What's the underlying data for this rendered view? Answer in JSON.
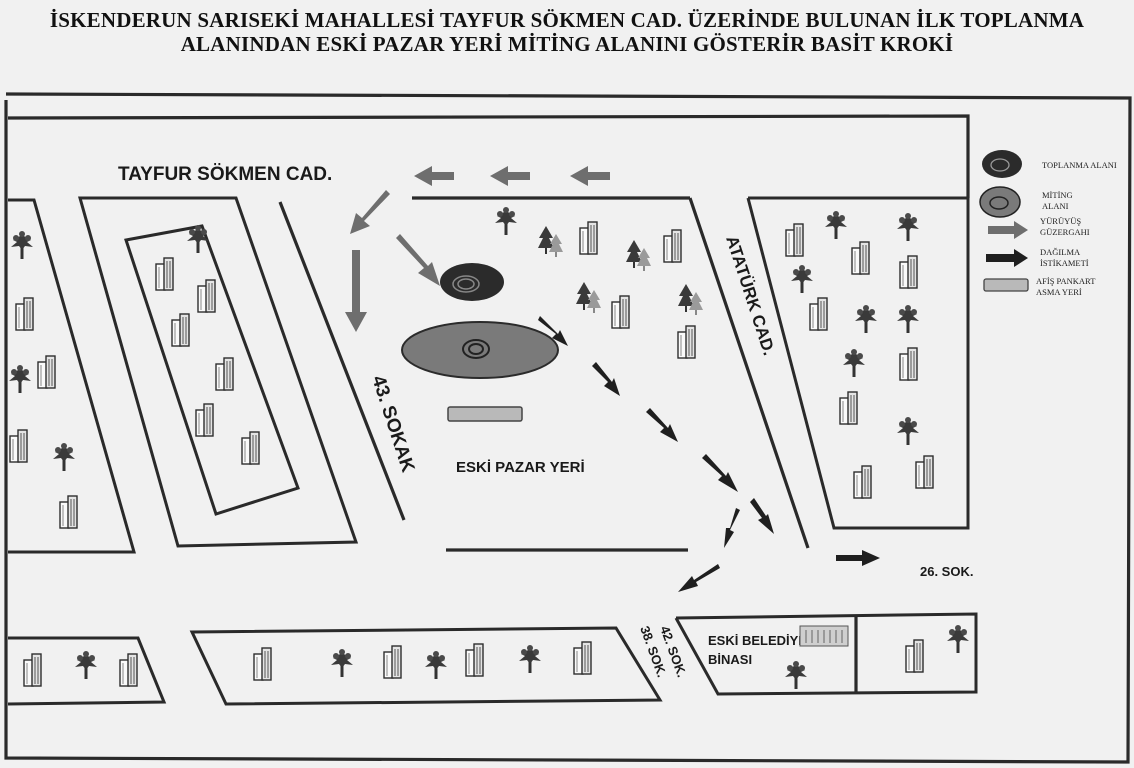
{
  "title": {
    "line1": "İSKENDERUN SARISEKİ MAHALLESİ TAYFUR SÖKMEN CAD. ÜZERİNDE BULUNAN İLK TOPLANMA",
    "line2": "ALANINDAN ESKİ PAZAR YERİ MİTİNG ALANINI GÖSTERİR BASİT KROKİ"
  },
  "map": {
    "streets": {
      "tayfur": "TAYFUR SÖKMEN CAD.",
      "sokak43": "43. SOKAK",
      "ataturk": "ATATÜRK CAD.",
      "sok26": "26. SOK.",
      "sok42": "42. SOK.",
      "sok38": "38. SOK."
    },
    "places": {
      "eski_pazar": "ESKİ PAZAR YERİ",
      "belediye_line1": "ESKİ BELEDİYE",
      "belediye_line2": "BİNASI"
    },
    "legend": {
      "toplanma": "TOPLANMA ALANI",
      "miting_line1": "MİTİNG",
      "miting_line2": "ALANI",
      "yuruyus_line1": "YÜRÜYÜŞ",
      "yuruyus_line2": "GÜZERGAHI",
      "dagilma_line1": "DAĞILMA",
      "dagilma_line2": "İSTİKAMETİ",
      "afis_line1": "AFİŞ PANKART",
      "afis_line2": "ASMA YERİ"
    },
    "colors": {
      "walk_arrow": "#6e6e6e",
      "disperse_arrow": "#1f1f1f",
      "gathering": "#2b2b2b",
      "rally_area": "#7a7a7a",
      "banner": "#b9b9b9"
    },
    "icons": {
      "building": "building-icon",
      "tree": "deciduous-tree-icon",
      "pine": "pine-tree-icon",
      "landmark": "old-municipality-building-icon"
    }
  }
}
